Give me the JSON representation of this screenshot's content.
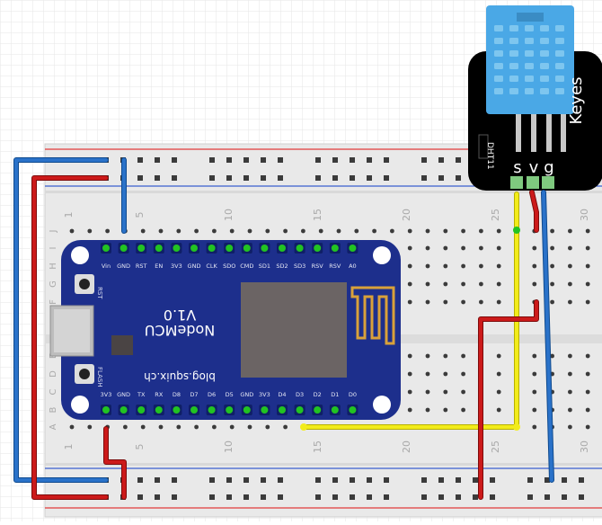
{
  "breadboard": {
    "column_numbers": [
      "1",
      "5",
      "10",
      "15",
      "20",
      "25",
      "30"
    ],
    "row_letters_top": [
      "J",
      "I",
      "H",
      "G",
      "F"
    ],
    "row_letters_bottom": [
      "E",
      "D",
      "C",
      "B",
      "A"
    ],
    "colors": {
      "body": "#e9e9e9",
      "rail_red": "#e23b3b",
      "rail_blue": "#3a5fd0",
      "hole": "#3b3b3b",
      "hole_green": "#22c322"
    }
  },
  "nodemcu": {
    "title": "NodeMCU",
    "version": "V1.0",
    "website": "blog.squix.ch",
    "button_rst": "RST",
    "button_flash": "FLASH",
    "top_pins": [
      "Vin",
      "GND",
      "RST",
      "EN",
      "3V3",
      "GND",
      "CLK",
      "SDO",
      "CMD",
      "SD1",
      "SD2",
      "SD3",
      "RSV",
      "RSV",
      "A0"
    ],
    "bottom_pins": [
      "3V3",
      "GND",
      "TX",
      "RX",
      "D8",
      "D7",
      "D6",
      "D5",
      "GND",
      "3V3",
      "D4",
      "D3",
      "D2",
      "D1",
      "D0"
    ],
    "colors": {
      "board": "#1d2f8c",
      "chip": "#6b6464",
      "antenna": "#d9a13a",
      "pin": "#c9a12a"
    }
  },
  "sensor": {
    "brand": "Keyes",
    "model": "DHT11",
    "pin_labels": [
      "s",
      "v",
      "g"
    ],
    "colors": {
      "case": "#4aa8e6",
      "board": "#000000",
      "grid": "#7ec6ef"
    }
  },
  "wires": {
    "colors": {
      "blue": "#2a72c9",
      "red": "#cc1a1a",
      "yellow": "#f2ec1a"
    }
  }
}
